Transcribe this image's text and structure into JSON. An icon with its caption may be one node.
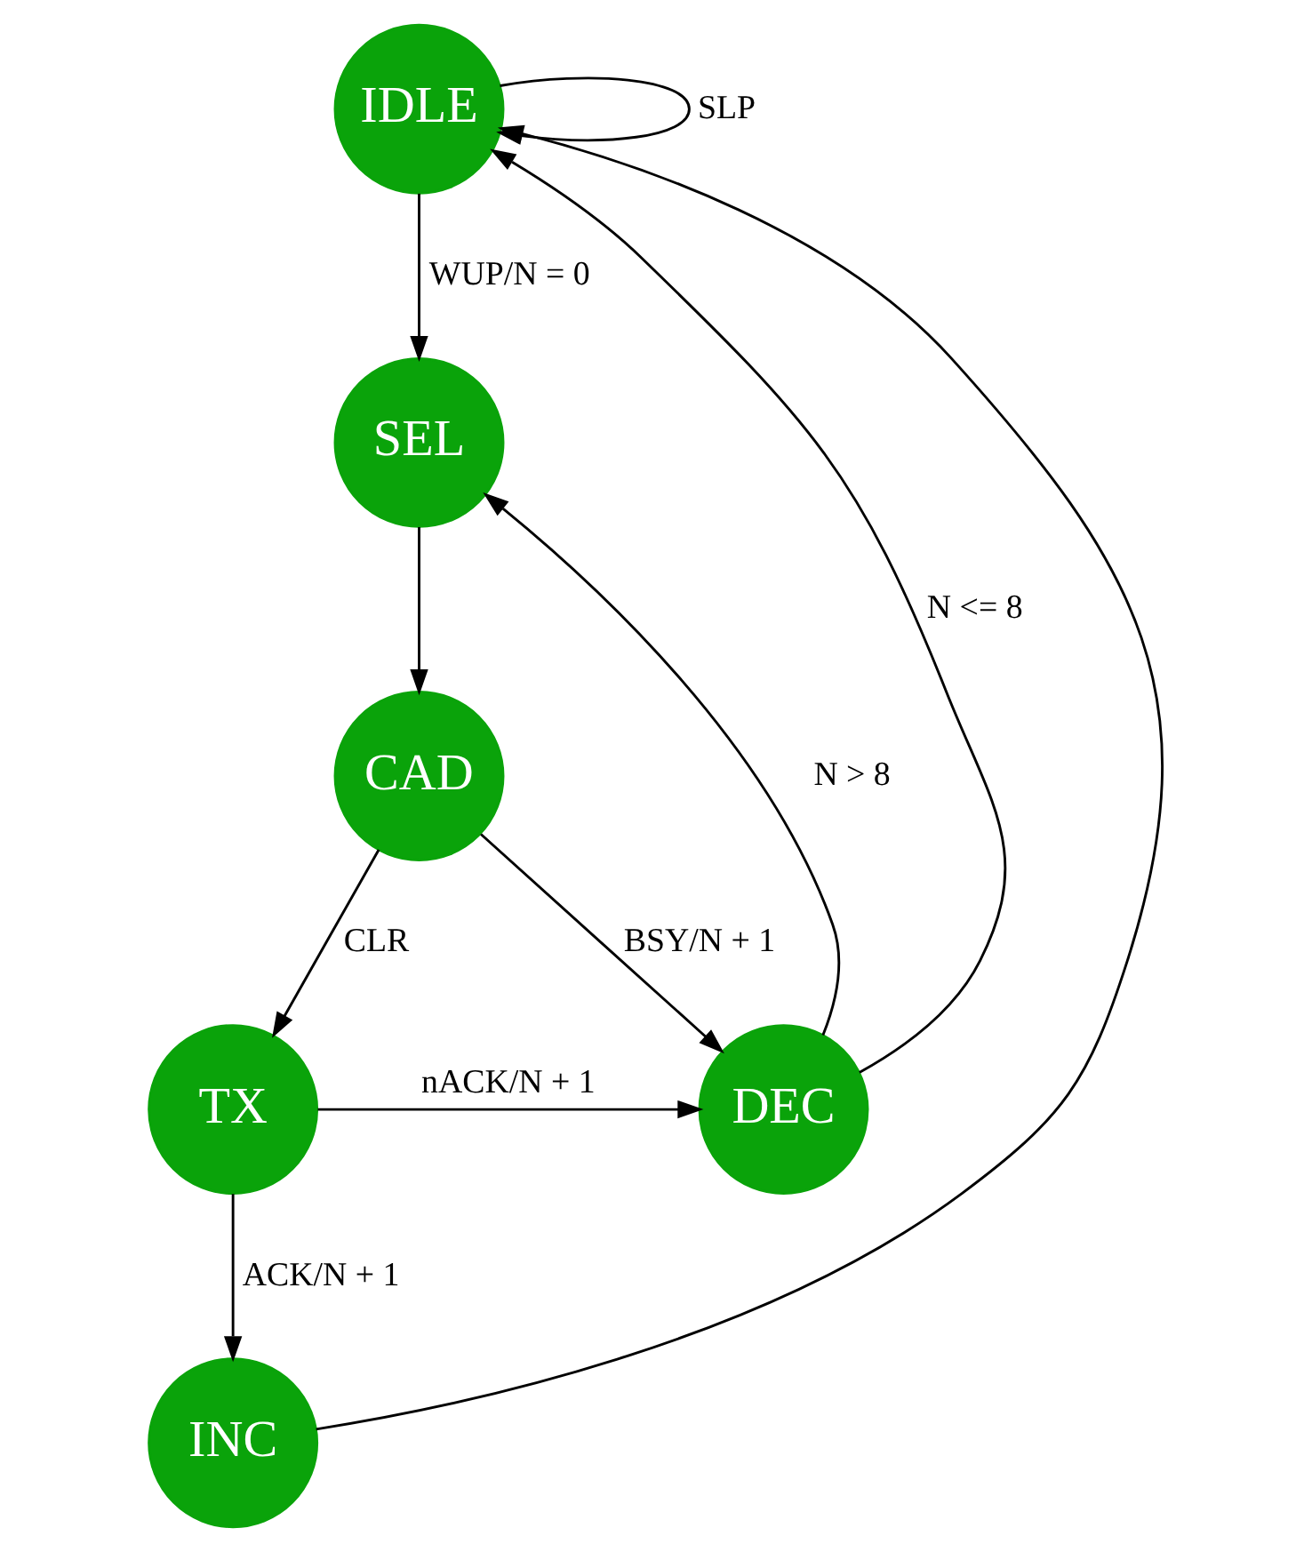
{
  "diagram": {
    "nodes": [
      {
        "text": [
          "IDLE"
        ]
      },
      {
        "text": [
          "SEL"
        ]
      },
      {
        "text": [
          "CAD"
        ]
      },
      {
        "text": [
          "TX"
        ]
      },
      {
        "text": [
          "DEC"
        ]
      },
      {
        "text": [
          "INC"
        ]
      }
    ],
    "edges": [
      {
        "from": 0,
        "to": 0,
        "arrow": "to",
        "label": "SLP"
      },
      {
        "from": 0,
        "to": 1,
        "arrow": "to",
        "label": "WUP/N = 0"
      },
      {
        "from": 1,
        "to": 2,
        "arrow": "to"
      },
      {
        "from": 2,
        "to": 3,
        "arrow": "to",
        "label": "CLR"
      },
      {
        "from": 2,
        "to": 4,
        "arrow": "to",
        "label": "BSY/N + 1"
      },
      {
        "from": 3,
        "to": 4,
        "arrow": "to",
        "label": "nACK/N + 1"
      },
      {
        "from": 3,
        "to": 5,
        "arrow": "to",
        "label": "ACK/N + 1"
      },
      {
        "from": 5,
        "to": 0,
        "arrow": "to"
      },
      {
        "from": 4,
        "to": 1,
        "arrow": "to",
        "label": "N > 8"
      },
      {
        "from": 4,
        "to": 0,
        "arrow": "to",
        "label": "N <= 8"
      }
    ]
  }
}
